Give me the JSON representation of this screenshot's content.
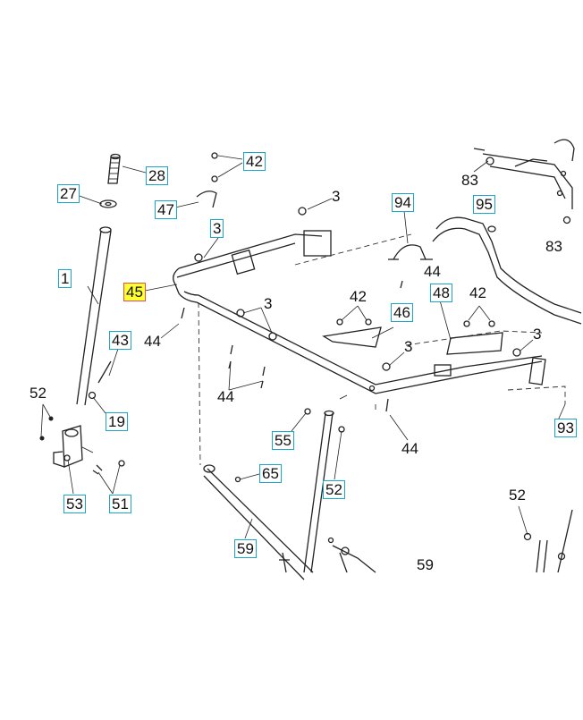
{
  "diagram": {
    "highlighted": "45",
    "callouts": [
      {
        "id": "c28",
        "label": "28",
        "boxed": true
      },
      {
        "id": "c27",
        "label": "27",
        "boxed": true
      },
      {
        "id": "c42a",
        "label": "42",
        "boxed": true
      },
      {
        "id": "c47",
        "label": "47",
        "boxed": true
      },
      {
        "id": "c3a",
        "label": "3",
        "boxed": false
      },
      {
        "id": "c94",
        "label": "94",
        "boxed": true
      },
      {
        "id": "c95",
        "label": "95",
        "boxed": true
      },
      {
        "id": "c83a",
        "label": "83",
        "boxed": false
      },
      {
        "id": "c83b",
        "label": "83",
        "boxed": false
      },
      {
        "id": "c3b",
        "label": "3",
        "boxed": true
      },
      {
        "id": "c1",
        "label": "1",
        "boxed": true
      },
      {
        "id": "c45",
        "label": "45",
        "boxed": true
      },
      {
        "id": "c44a",
        "label": "44",
        "boxed": false
      },
      {
        "id": "c44b",
        "label": "44",
        "boxed": false
      },
      {
        "id": "c3c",
        "label": "3",
        "boxed": false
      },
      {
        "id": "c42b",
        "label": "42",
        "boxed": false
      },
      {
        "id": "c48",
        "label": "48",
        "boxed": true
      },
      {
        "id": "c42c",
        "label": "42",
        "boxed": false
      },
      {
        "id": "c46",
        "label": "46",
        "boxed": true
      },
      {
        "id": "c43",
        "label": "43",
        "boxed": true
      },
      {
        "id": "c3d",
        "label": "3",
        "boxed": false
      },
      {
        "id": "c3e",
        "label": "3",
        "boxed": false
      },
      {
        "id": "c44c",
        "label": "44",
        "boxed": false
      },
      {
        "id": "c52a",
        "label": "52",
        "boxed": false
      },
      {
        "id": "c19",
        "label": "19",
        "boxed": true
      },
      {
        "id": "c44d",
        "label": "44",
        "boxed": false
      },
      {
        "id": "c93",
        "label": "93",
        "boxed": true
      },
      {
        "id": "c55",
        "label": "55",
        "boxed": true
      },
      {
        "id": "c65",
        "label": "65",
        "boxed": true
      },
      {
        "id": "c52b",
        "label": "52",
        "boxed": true
      },
      {
        "id": "c53",
        "label": "53",
        "boxed": true
      },
      {
        "id": "c51",
        "label": "51",
        "boxed": true
      },
      {
        "id": "c52c",
        "label": "52",
        "boxed": false
      },
      {
        "id": "c59a",
        "label": "59",
        "boxed": true
      },
      {
        "id": "c59b",
        "label": "59",
        "boxed": false
      }
    ]
  }
}
